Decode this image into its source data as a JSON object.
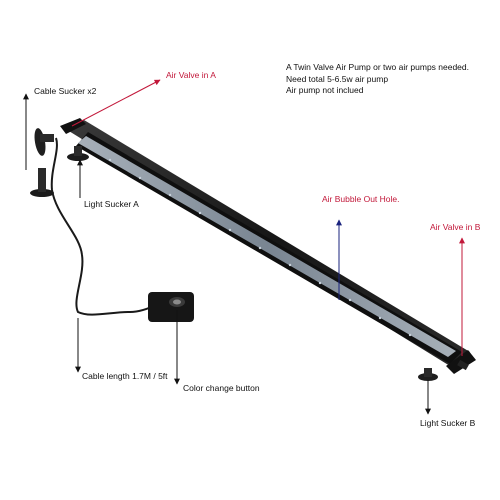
{
  "notes": {
    "line1": "A Twin Valve Air Pump or two air pumps needed.",
    "line2": "Need total 5-6.5w air pump",
    "line3": "Air pump not inclued"
  },
  "labels": {
    "cable_sucker": "Cable Sucker x2",
    "air_valve_a": "Air Valve in A",
    "light_sucker_a": "Light Sucker A",
    "air_bubble": "Air Bubble Out Hole.",
    "air_valve_b": "Air Valve in B",
    "cable_length": "Cable length 1.7M / 5ft",
    "color_button": "Color change button",
    "light_sucker_b": "Light Sucker B"
  },
  "colors": {
    "red_arrow": "#c2183a",
    "blue_arrow": "#1a237e",
    "black_arrow": "#111111",
    "bar_body": "#1b1b1b",
    "led_strip": "#9aa6b3"
  }
}
